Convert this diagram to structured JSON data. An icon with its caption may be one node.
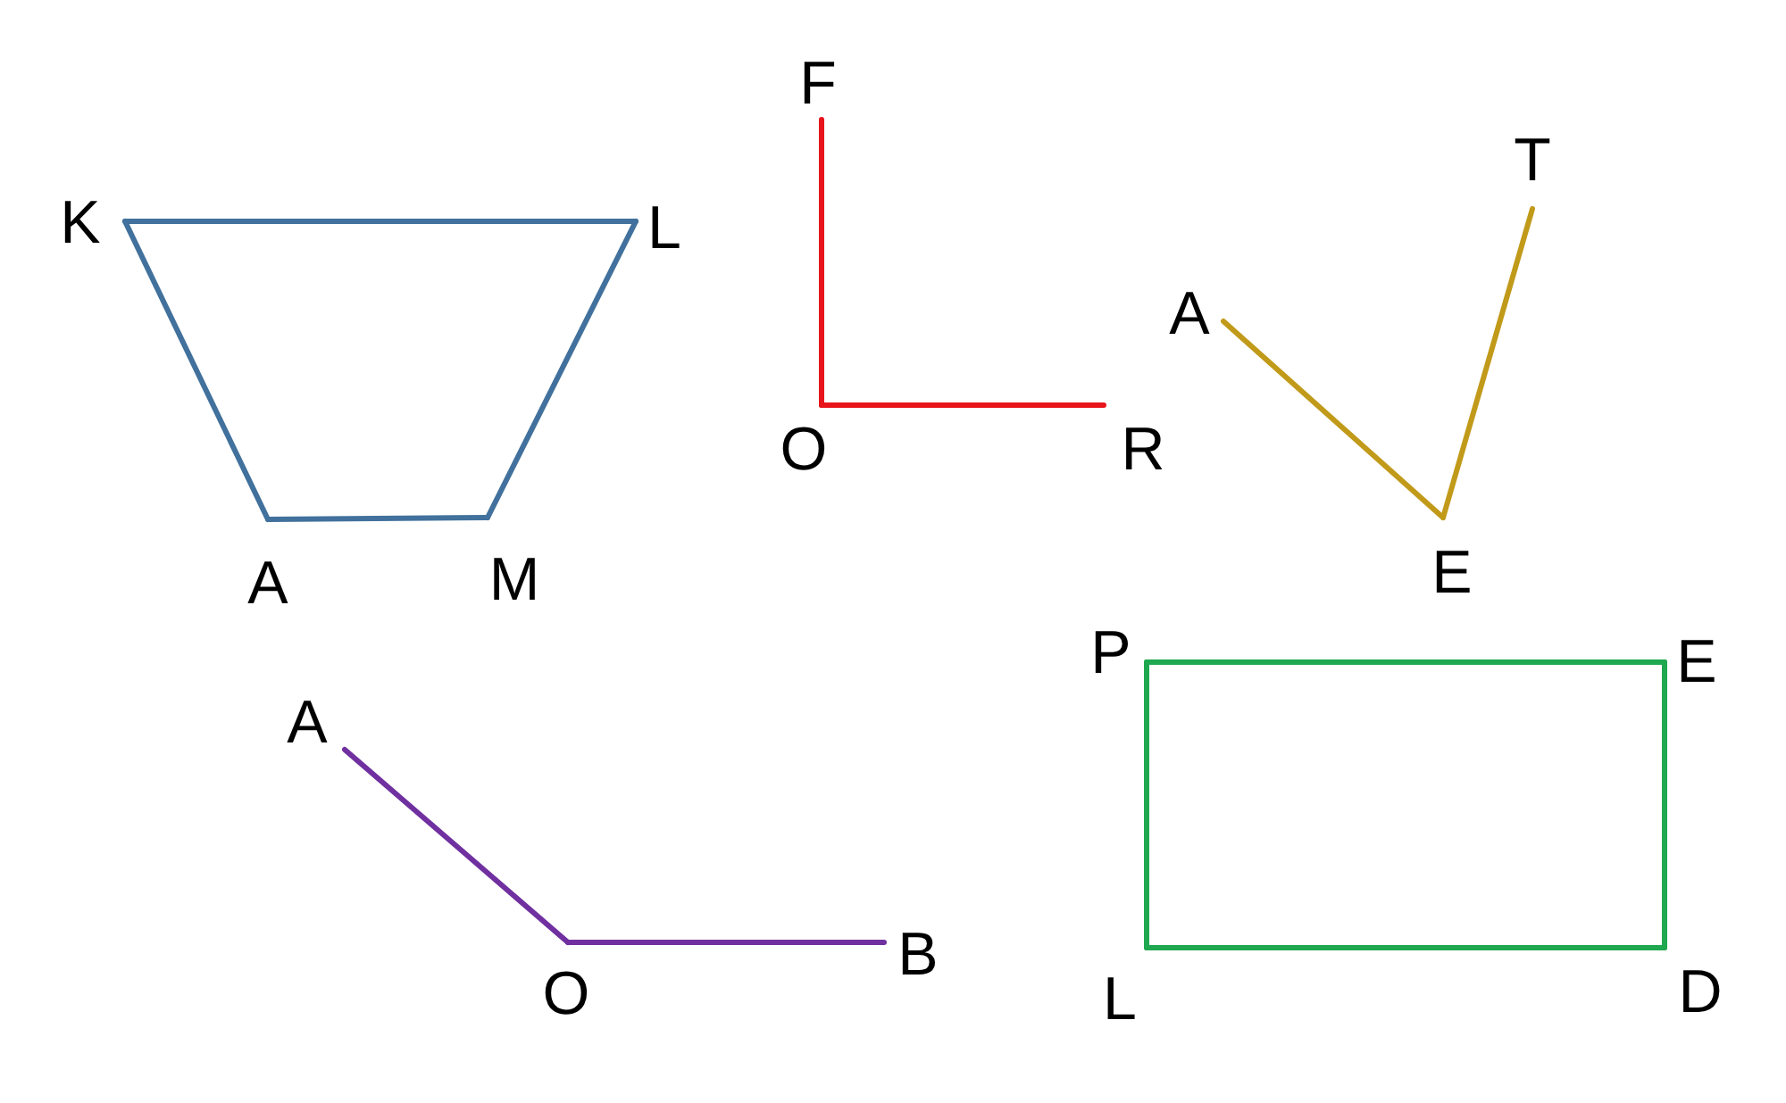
{
  "diagram": {
    "nodes": [
      {
        "text": [
          "K"
        ]
      },
      {
        "text": [
          "L"
        ]
      },
      {
        "text": [
          "A"
        ]
      },
      {
        "text": [
          "M"
        ]
      },
      {
        "text": [
          "F"
        ]
      },
      {
        "text": [
          "O"
        ]
      },
      {
        "text": [
          "R"
        ]
      },
      {
        "text": [
          "A"
        ]
      },
      {
        "text": [
          "T"
        ]
      },
      {
        "text": [
          "E"
        ]
      },
      {
        "text": [
          "P"
        ]
      },
      {
        "text": [
          "E"
        ]
      },
      {
        "text": [
          "L"
        ]
      },
      {
        "text": [
          "D"
        ]
      },
      {
        "text": [
          "A"
        ]
      },
      {
        "text": [
          "O"
        ]
      },
      {
        "text": [
          "B"
        ]
      }
    ],
    "edges": [
      {
        "from": 0,
        "to": 1,
        "arrow": "none",
        "color": "#41719c"
      },
      {
        "from": 1,
        "to": 3,
        "arrow": "none",
        "color": "#41719c"
      },
      {
        "from": 3,
        "to": 2,
        "arrow": "none",
        "color": "#41719c"
      },
      {
        "from": 2,
        "to": 0,
        "arrow": "none",
        "color": "#41719c"
      },
      {
        "from": 4,
        "to": 5,
        "arrow": "none",
        "color": "#e8141b"
      },
      {
        "from": 5,
        "to": 6,
        "arrow": "none",
        "color": "#e8141b"
      },
      {
        "from": 7,
        "to": 9,
        "arrow": "none",
        "color": "#c19a1a"
      },
      {
        "from": 9,
        "to": 8,
        "arrow": "none",
        "color": "#c19a1a"
      },
      {
        "from": 10,
        "to": 11,
        "arrow": "none",
        "color": "#1fa84f"
      },
      {
        "from": 11,
        "to": 13,
        "arrow": "none",
        "color": "#1fa84f"
      },
      {
        "from": 13,
        "to": 12,
        "arrow": "none",
        "color": "#1fa84f"
      },
      {
        "from": 12,
        "to": 10,
        "arrow": "none",
        "color": "#1fa84f"
      },
      {
        "from": 14,
        "to": 15,
        "arrow": "none",
        "color": "#7030a0"
      },
      {
        "from": 15,
        "to": 16,
        "arrow": "none",
        "color": "#7030a0"
      }
    ]
  }
}
